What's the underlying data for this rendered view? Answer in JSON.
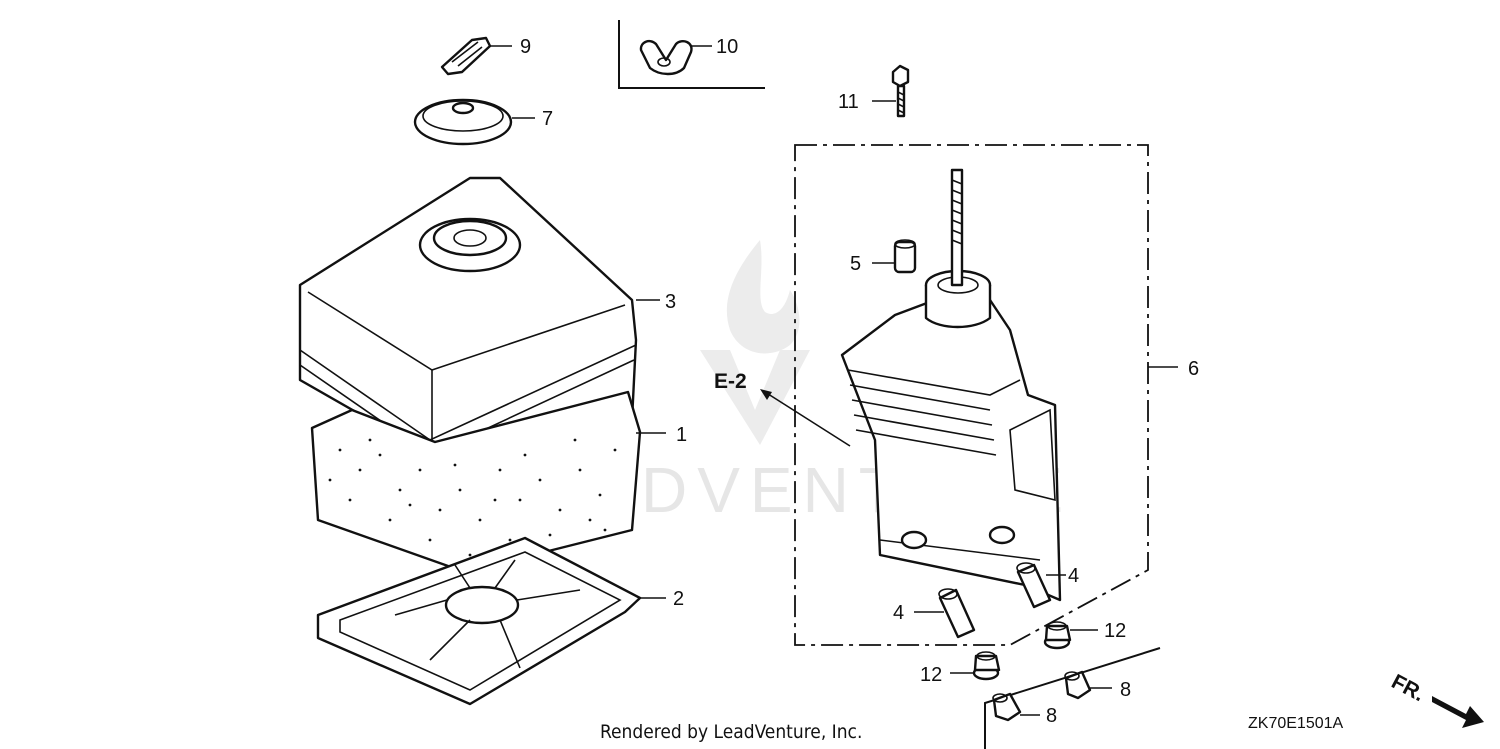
{
  "callouts": {
    "c1": "1",
    "c2": "2",
    "c3": "3",
    "c4a": "4",
    "c4b": "4",
    "c5": "5",
    "c6": "6",
    "c7": "7",
    "c8a": "8",
    "c8b": "8",
    "c9": "9",
    "c10": "10",
    "c11": "11",
    "c12a": "12",
    "c12b": "12"
  },
  "ref_label": "E-2",
  "direction_label": "FR.",
  "footer_text": "Rendered by LeadVenture, Inc.",
  "diagram_code": "ZK70E1501A",
  "watermark": {
    "text": "LEADVENTURE",
    "logo": "flame-v-logo"
  },
  "colors": {
    "line": "#111111",
    "background": "#ffffff",
    "watermark": "#e6e6e6"
  }
}
